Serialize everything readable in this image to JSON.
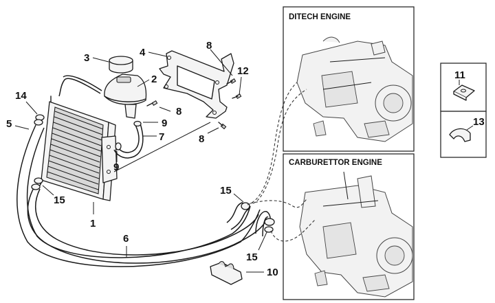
{
  "diagram": {
    "type": "exploded parts diagram",
    "subject": "radiator cooling system",
    "panels": {
      "ditech": {
        "title": "DITECH ENGINE"
      },
      "carburettor": {
        "title": "CARBURETTOR ENGINE"
      }
    },
    "inset_parts": [
      {
        "number": "11"
      },
      {
        "number": "13"
      }
    ],
    "callouts": [
      {
        "id": "c1",
        "number": "1",
        "part": "radiator"
      },
      {
        "id": "c2",
        "number": "2",
        "part": "expansion tank"
      },
      {
        "id": "c3",
        "number": "3",
        "part": "tank cap"
      },
      {
        "id": "c4",
        "number": "4",
        "part": "mounting bracket"
      },
      {
        "id": "c5",
        "number": "5",
        "part": "hose"
      },
      {
        "id": "c6",
        "number": "6",
        "part": "hose"
      },
      {
        "id": "c7",
        "number": "7",
        "part": "tank hose"
      },
      {
        "id": "c8a",
        "number": "8",
        "part": "screw"
      },
      {
        "id": "c8b",
        "number": "8",
        "part": "screw"
      },
      {
        "id": "c8c",
        "number": "8",
        "part": "screw"
      },
      {
        "id": "c9a",
        "number": "9",
        "part": "clip"
      },
      {
        "id": "c9b",
        "number": "9",
        "part": "clip"
      },
      {
        "id": "c10",
        "number": "10",
        "part": "hose holder"
      },
      {
        "id": "c12",
        "number": "12",
        "part": "screw"
      },
      {
        "id": "c14",
        "number": "14",
        "part": "hose clamp"
      },
      {
        "id": "c15a",
        "number": "15",
        "part": "hose clamp"
      },
      {
        "id": "c15b",
        "number": "15",
        "part": "hose clamp"
      },
      {
        "id": "c15c",
        "number": "15",
        "part": "hose clamp"
      }
    ]
  }
}
